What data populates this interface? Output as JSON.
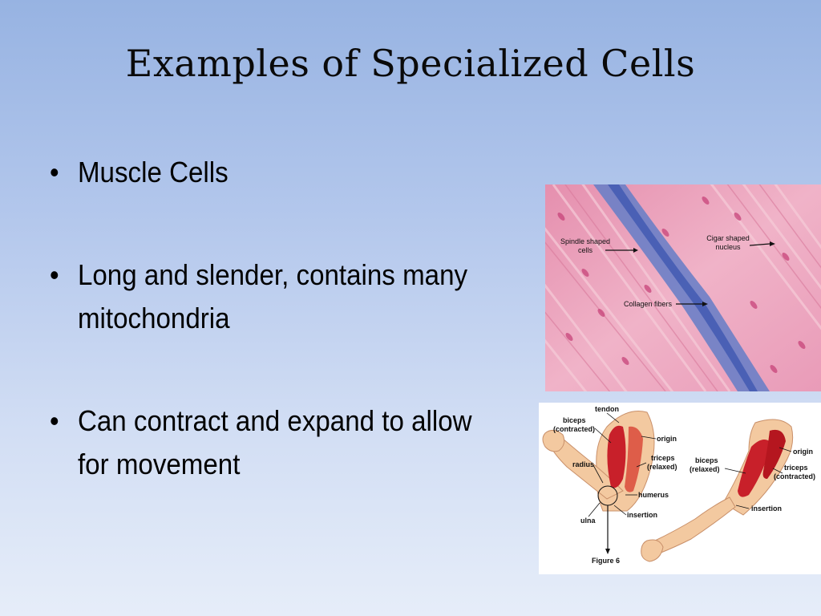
{
  "slide": {
    "title": "Examples of Specialized Cells",
    "bullets": [
      "Muscle Cells",
      "Long and slender, contains many mitochondria",
      "Can contract and expand to allow for movement"
    ],
    "bullet_glyph": "•"
  },
  "micrograph": {
    "labels": {
      "spindle": [
        "Spindle shaped",
        "cells"
      ],
      "cigar": [
        "Cigar shaped",
        "nucleus"
      ],
      "collagen": "Collagen fibers"
    }
  },
  "arm_diagram": {
    "labels": {
      "tendon": "tendon",
      "biceps_contracted": [
        "biceps",
        "(contracted)"
      ],
      "origin_left": "origin",
      "triceps_relaxed": [
        "triceps",
        "(relaxed)"
      ],
      "radius": "radius",
      "humerus": "humerus",
      "insertion_left": "insertion",
      "ulna": "ulna",
      "figure": "Figure 6",
      "biceps_relaxed": [
        "biceps",
        "(relaxed)"
      ],
      "origin_right": "origin",
      "triceps_contracted": [
        "triceps",
        "(contracted)"
      ],
      "insertion_right": "insertion"
    }
  },
  "colors": {
    "muscle_pink": "#e89bb5",
    "collagen_blue": "#5a6fc0",
    "muscle_red": "#c8202a",
    "skin": "#f3c9a0"
  }
}
